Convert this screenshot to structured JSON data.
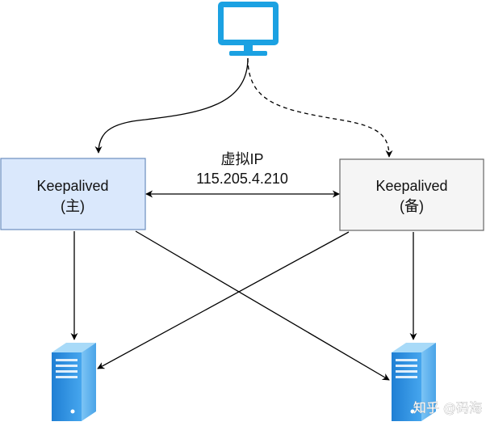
{
  "virtual_ip": {
    "title": "虚拟IP",
    "address": "115.205.4.210"
  },
  "master": {
    "name": "Keepalived",
    "role": "(主)"
  },
  "backup": {
    "name": "Keepalived",
    "role": "(备)"
  },
  "watermark": {
    "text": "知乎 @码海"
  },
  "colors": {
    "monitor": "#1ba1e2",
    "server": "#2b8fe0",
    "master_fill": "#dae8fc",
    "master_stroke": "#6c8ebf",
    "backup_fill": "#f5f5f5",
    "backup_stroke": "#666666"
  },
  "icons": {
    "client": "monitor-icon",
    "servers": "server-icon"
  }
}
